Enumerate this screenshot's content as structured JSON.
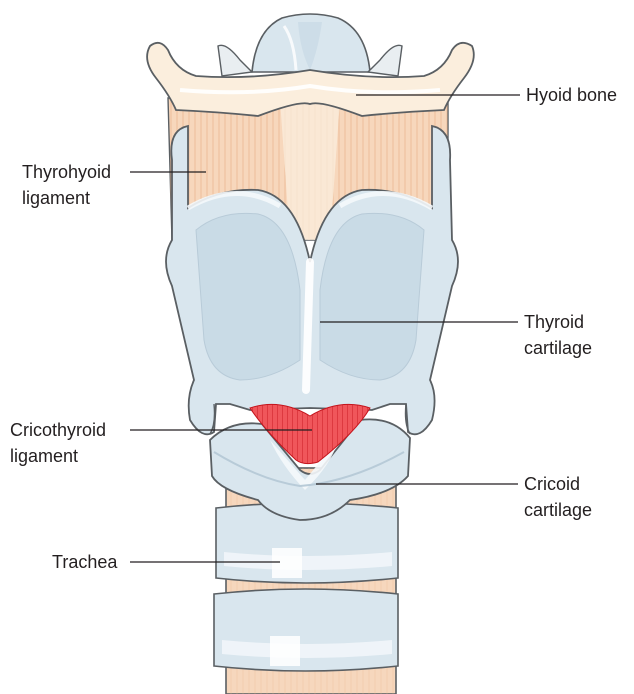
{
  "labels": {
    "hyoid_bone": "Hyoid bone",
    "thyrohyoid_ligament": [
      "Thyrohyoid",
      "ligament"
    ],
    "thyroid_cartilage": [
      "Thyroid",
      "cartilage"
    ],
    "cricothyroid_ligament": [
      "Cricothyroid",
      "ligament"
    ],
    "cricoid_cartilage": [
      "Cricoid",
      "cartilage"
    ],
    "trachea": "Trachea"
  },
  "colors": {
    "cartilage_fill": "#d9e6ee",
    "cartilage_highlight": "#f4f8fb",
    "cartilage_shadow": "#b8cbd8",
    "outline": "#5a5f63",
    "bone_fill": "#fbeedd",
    "membrane_fill": "#f7d7bc",
    "membrane_lines": "#e9b892",
    "ligament_red": "#e83a3f",
    "leader_line": "#231f20"
  }
}
